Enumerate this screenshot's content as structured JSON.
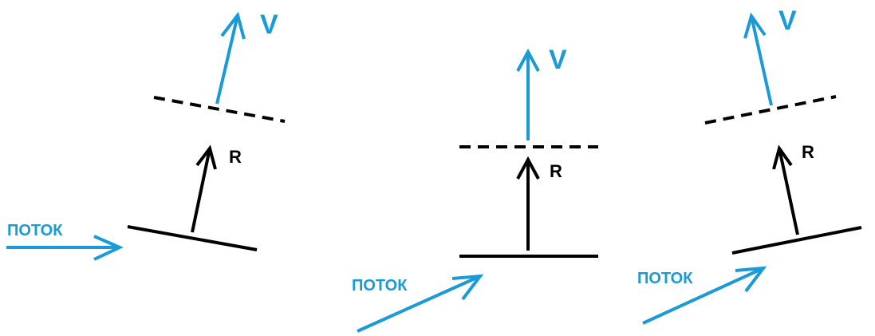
{
  "colors": {
    "blue": "#1a9ad6",
    "black": "#000000",
    "background": "#ffffff"
  },
  "panels": [
    {
      "flow_label": "ПОТОК",
      "velocity_label": "V",
      "force_label": "R"
    },
    {
      "flow_label": "ПОТОК",
      "velocity_label": "V",
      "force_label": "R"
    },
    {
      "flow_label": "ПОТОК",
      "velocity_label": "V",
      "force_label": "R"
    }
  ]
}
